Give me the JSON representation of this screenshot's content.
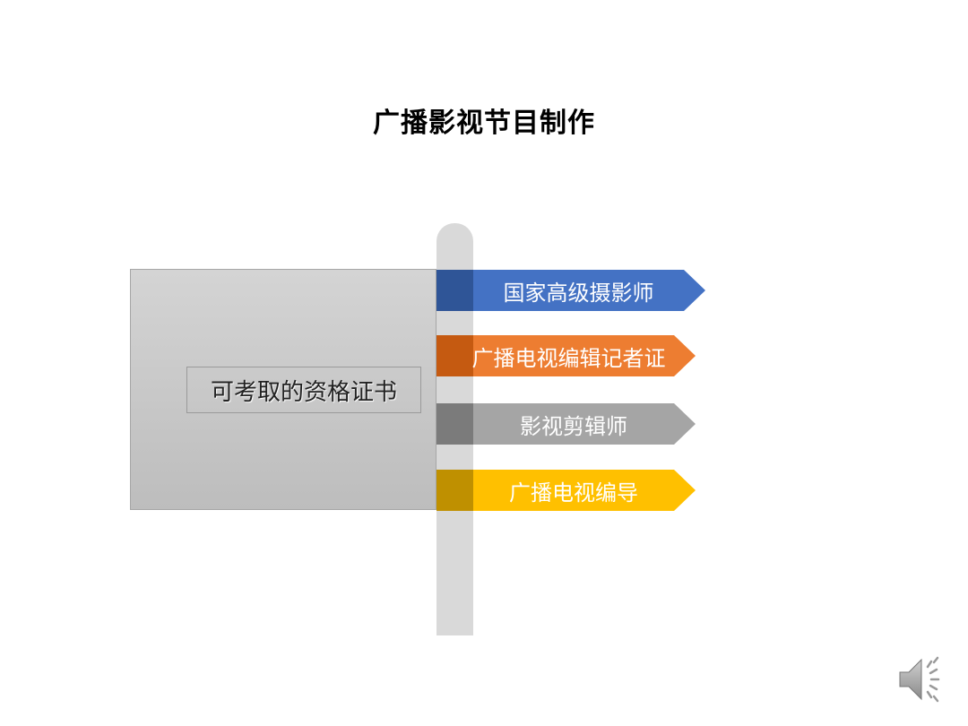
{
  "slide": {
    "title": "广播影视节目制作",
    "panel_label": "可考取的资格证书",
    "signs": [
      {
        "label": "国家高级摄影师",
        "color": "#4472c4"
      },
      {
        "label": "广播电视编辑记者证",
        "color": "#ed7d31"
      },
      {
        "label": "影视剪辑师",
        "color": "#a5a5a5"
      },
      {
        "label": "广播电视编导",
        "color": "#ffc000"
      }
    ]
  },
  "icons": {
    "audio": "speaker-icon"
  }
}
